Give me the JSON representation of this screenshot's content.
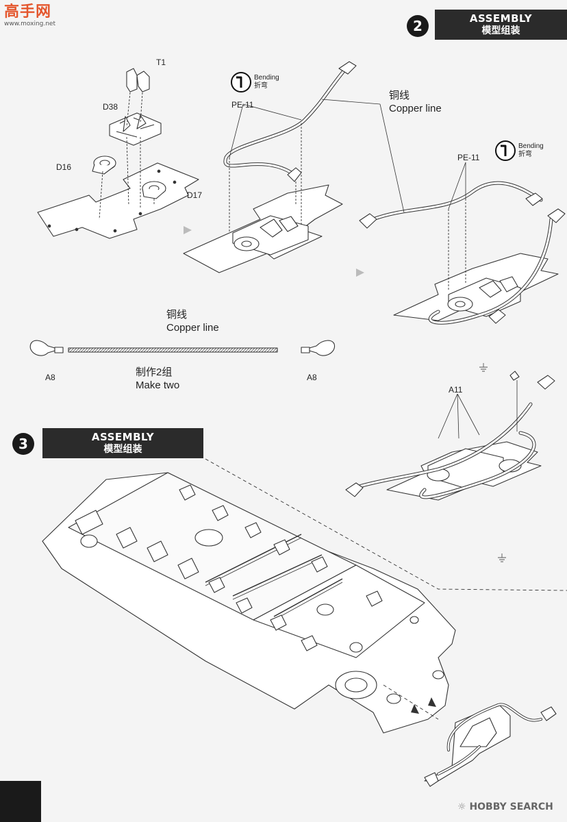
{
  "watermark_top": {
    "logo_text": "高手网",
    "url": "www.moxing.net"
  },
  "step2": {
    "number": "2",
    "title_en": "ASSEMBLY",
    "title_zh": "模型组装"
  },
  "step3": {
    "number": "3",
    "title_en": "ASSEMBLY",
    "title_zh": "模型组装"
  },
  "parts": {
    "t1": "T1",
    "d38": "D38",
    "d16": "D16",
    "d17": "D17",
    "pe11_a": "PE-11",
    "pe11_b": "PE-11",
    "a8_left": "A8",
    "a8_right": "A8",
    "a11": "A11"
  },
  "bending_a": {
    "en": "Bending",
    "zh": "折弯"
  },
  "bending_b": {
    "en": "Bending",
    "zh": "折弯"
  },
  "copper_line_a": {
    "zh": "铜线",
    "en": "Copper line"
  },
  "copper_line_b": {
    "zh": "铜线",
    "en": "Copper line"
  },
  "make_two": {
    "zh": "制作2组",
    "en": "Make two"
  },
  "watermark_bottom": {
    "brand": "HOBBY SEARCH"
  },
  "colors": {
    "header_bg": "#2b2b2b",
    "page_bg": "#f4f4f4",
    "line": "#333333"
  }
}
